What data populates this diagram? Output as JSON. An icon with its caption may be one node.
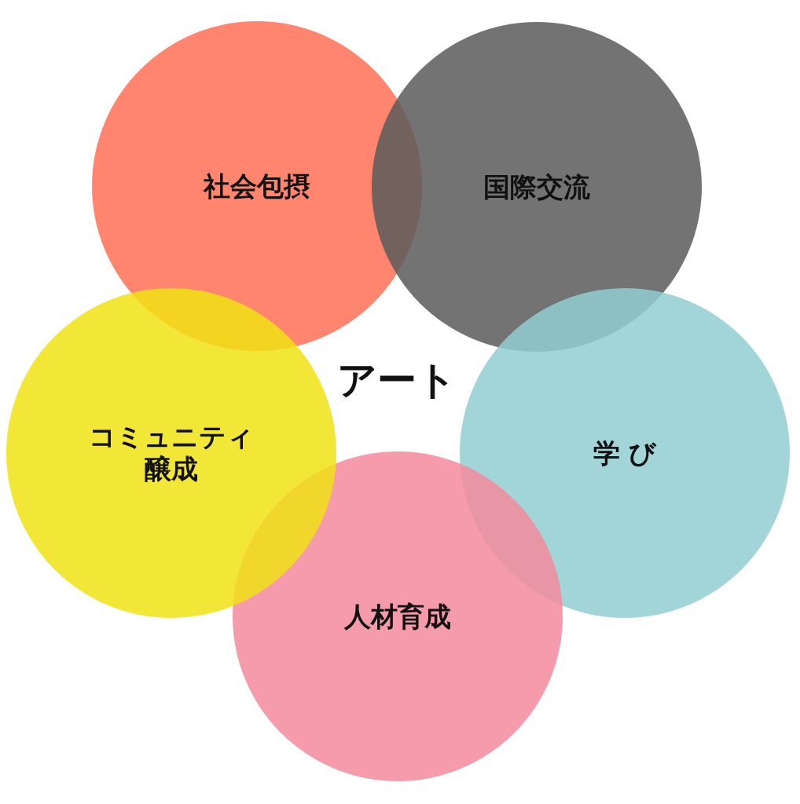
{
  "diagram": {
    "nodes": [
      {
        "text": [
          "社会包摂"
        ]
      },
      {
        "text": [
          "国際交流"
        ]
      },
      {
        "text": [
          "コミュニティ醸成"
        ]
      },
      {
        "text": [
          "学 び"
        ]
      },
      {
        "text": [
          "人材育成"
        ]
      }
    ],
    "labels": [
      "アート"
    ]
  }
}
